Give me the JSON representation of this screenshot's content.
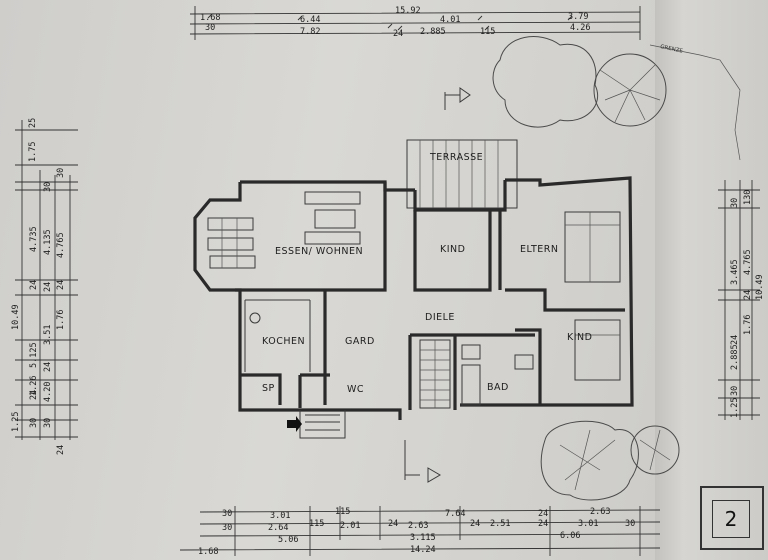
{
  "rooms": {
    "terrasse": "TERRASSE",
    "essen_wohnen": "ESSEN/ WOHNEN",
    "kind1": "KIND",
    "eltern": "ELTERN",
    "diele": "DIELE",
    "kochen": "KOCHEN",
    "garo": "GARD",
    "kind2": "KIND",
    "bad": "BAD",
    "wc": "WC",
    "sp": "SP"
  },
  "north_tree_label": "GRENZE",
  "page_number": "2",
  "dims_top": {
    "total": "15.92",
    "row1": [
      "1.68",
      "6.44",
      "4.01",
      "3.79"
    ],
    "row2": [
      "30",
      "7.82",
      "24",
      "2.885",
      "115",
      "4.26"
    ]
  },
  "dims_bottom": {
    "row1": [
      "30",
      "3.01",
      "115",
      "7.64",
      "24",
      "2.63"
    ],
    "row2": [
      "30",
      "2.64",
      "115",
      "2.01",
      "24",
      "2.63",
      "24",
      "2.51",
      "24",
      "3.01",
      "30"
    ],
    "row3": [
      "5.06",
      "3.115",
      "6.06"
    ],
    "row4": [
      "1.68",
      "14.24"
    ]
  },
  "dims_left": {
    "row_outer": [
      "25",
      "1.75",
      "10.49",
      "1.25"
    ],
    "row_mid": [
      "30",
      "4.735",
      "24",
      "5.125",
      "24",
      "1.26",
      "30",
      "24"
    ],
    "row_inner": [
      "30",
      "4.135",
      "24",
      "3.51",
      "24",
      "4.20",
      "30"
    ],
    "row_x": [
      "4.765",
      "1.76",
      "24"
    ]
  },
  "dims_right": {
    "row_a": [
      "30",
      "3.465",
      "24",
      "2.885",
      "30",
      "1.25"
    ],
    "row_b": [
      "130",
      "4.765",
      "10.49",
      "1.76",
      "24"
    ]
  }
}
